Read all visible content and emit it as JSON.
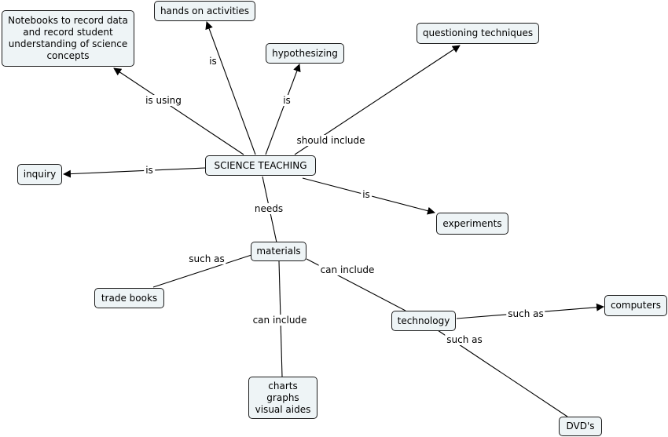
{
  "concepts": {
    "science_teaching": "SCIENCE TEACHING",
    "notebooks": "Notebooks to record data\nand record student\nunderstanding of science\nconcepts",
    "hands_on": "hands on activities",
    "hypothesizing": "hypothesizing",
    "questioning": "questioning techniques",
    "inquiry": "inquiry",
    "experiments": "experiments",
    "materials": "materials",
    "trade_books": "trade books",
    "charts": "charts\ngraphs\nvisual aides",
    "technology": "technology",
    "computers": "computers",
    "dvds": "DVD's"
  },
  "links": {
    "is_using": "is using",
    "is_hands": "is",
    "is_hyp": "is",
    "should_include": "should include",
    "is_inquiry": "is",
    "is_experiments": "is",
    "needs": "needs",
    "such_as_trade": "such as",
    "can_include_charts": "can include",
    "can_include_tech": "can include",
    "such_as_computers": "such as",
    "such_as_dvds": "such as"
  },
  "colors": {
    "node_fill": "#eef4f6",
    "node_border": "#1c1c1c",
    "line": "#000000"
  }
}
